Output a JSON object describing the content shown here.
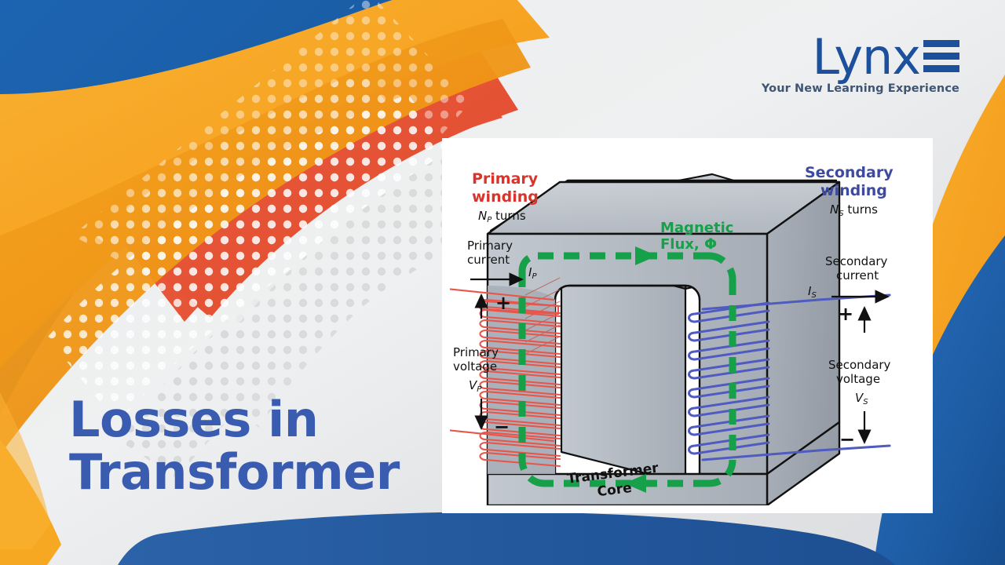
{
  "slide": {
    "title": "Losses in\nTransformer",
    "title_color": "#3a5cb0",
    "background_color": "#e9eaec"
  },
  "logo": {
    "wordmark": "Lynx",
    "icon_name": "three-bar-equals-icon",
    "tagline": "Your New Learning Experience",
    "color": "#1c4f9c"
  },
  "decoration": {
    "colors": {
      "blue": "#1f5fa9",
      "blue_dark": "#16518f",
      "orange": "#f7a823",
      "orange_dark": "#ef8f14",
      "red": "#e8543a",
      "dot_light": "#d7d8da",
      "dot_white": "#ffffff"
    }
  },
  "diagram": {
    "title": "Transformer construction diagram",
    "frame_color": "#e7dcee",
    "labels": {
      "primary_winding": "Primary\nwinding",
      "primary_turns": "N",
      "primary_turns_sub": "P",
      "primary_turns_suffix": " turns",
      "primary_current": "Primary\ncurrent",
      "primary_current_symbol": "I",
      "primary_current_sub": "P",
      "primary_voltage": "Primary\nvoltage",
      "primary_voltage_symbol": "V",
      "primary_voltage_sub": "P",
      "secondary_winding": "Secondary\nwinding",
      "secondary_turns": "N",
      "secondary_turns_sub": "S",
      "secondary_turns_suffix": " turns",
      "secondary_current": "Secondary\ncurrent",
      "secondary_current_symbol": "I",
      "secondary_current_sub": "S",
      "secondary_voltage": "Secondary\nvoltage",
      "secondary_voltage_symbol": "V",
      "secondary_voltage_sub": "S",
      "magnetic_flux": "Magnetic",
      "magnetic_flux_2": "Flux,",
      "magnetic_flux_symbol": "Φ",
      "transformer_core": "Transformer",
      "transformer_core_2": "Core",
      "plus_primary": "+",
      "minus_primary": "−",
      "plus_secondary": "+",
      "minus_secondary": "−"
    },
    "colors": {
      "primary_label": "#d9342b",
      "secondary_label": "#3d4a9e",
      "primary_winding_wire": "#e8554a",
      "secondary_winding_wire": "#4f5bbf",
      "flux": "#17a04a",
      "core_face": "#b6bcc4",
      "core_top": "#c3c9d0",
      "core_side": "#9aa2ab",
      "core_outline": "#111111",
      "text": "#111111"
    },
    "counts": {
      "primary_turns_drawn": 16,
      "secondary_turns_drawn": 8
    }
  }
}
